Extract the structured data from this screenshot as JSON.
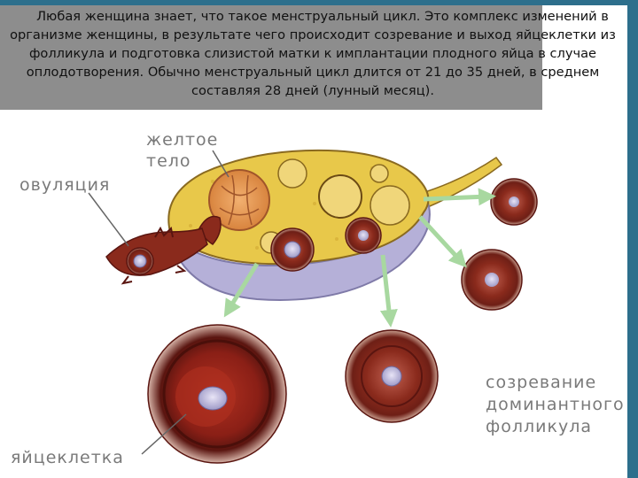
{
  "description_text": "Любая женщина знает, что такое менструальный цикл. Это комплекс изменений в организме женщины, в результате чего происходит созревание и выход яйцеклетки из фолликула и подготовка слизистой матки к имплантации плодного яйца в случае оплодотворения. Обычно менструальный цикл длится от 21 до 35 дней, в среднем составляя 28 дней (лунный месяц).",
  "labels": {
    "corpus_luteum_line1": "желтое",
    "corpus_luteum_line2": "тело",
    "ovulation": "овуляция",
    "egg_cell": "яйцеклетка",
    "maturation_line1": "созревание",
    "maturation_line2": "доминантного",
    "maturation_line3": "фолликула"
  },
  "colors": {
    "header_strip": "#2d6f8c",
    "caption_background": "#8d8d8d",
    "label_text": "#7a7a7a",
    "ovary_yellow": "#e8c84a",
    "ovary_lavender": "#b5b0d8",
    "follicle_brown": "#8a2a1c",
    "arrow_green": "#a8d8a0"
  }
}
